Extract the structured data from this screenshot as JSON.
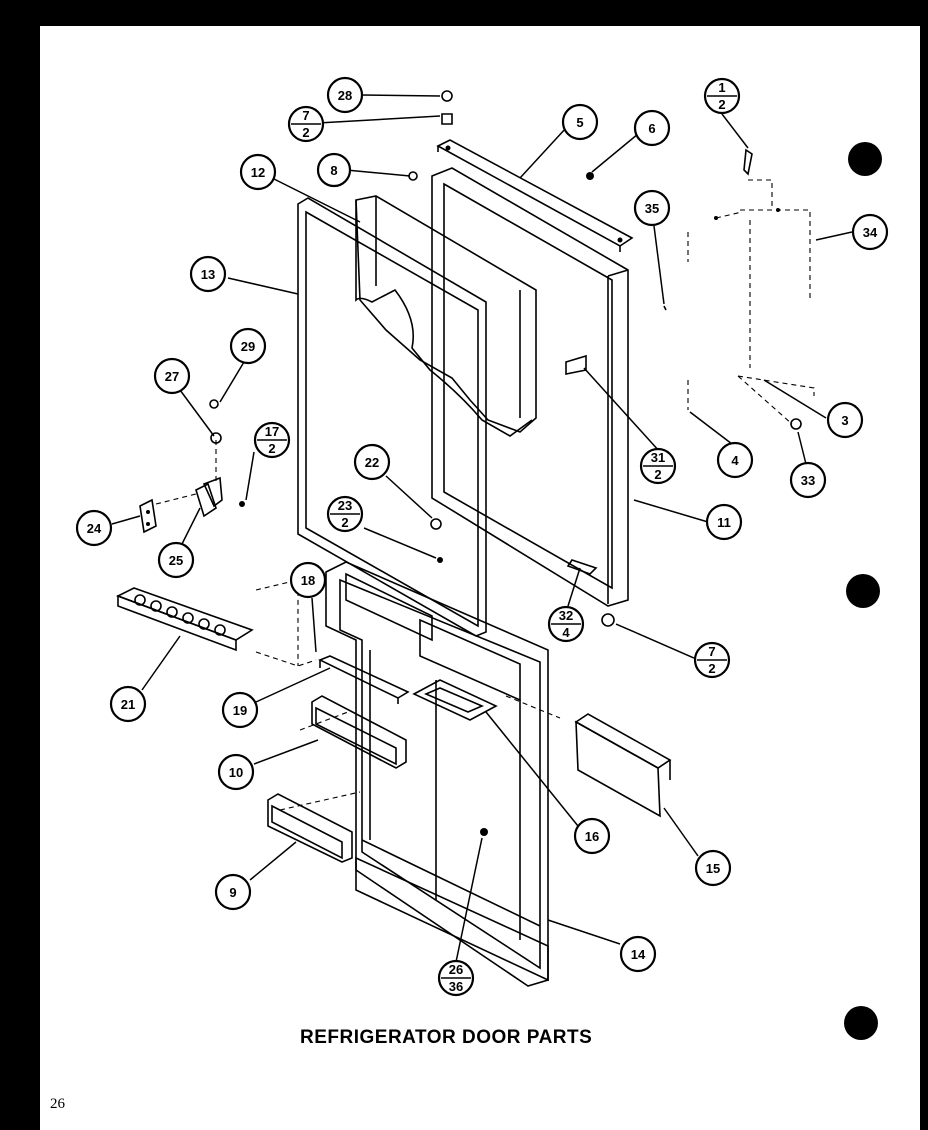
{
  "title": "REFRIGERATOR DOOR PARTS",
  "page_number": "26",
  "callouts": {
    "c1": "1",
    "c1b": "2",
    "c3": "3",
    "c4": "4",
    "c5": "5",
    "c6": "6",
    "c7a": "7",
    "c7ab": "2",
    "c7b": "7",
    "c7bb": "2",
    "c8": "8",
    "c9": "9",
    "c10": "10",
    "c11": "11",
    "c12": "12",
    "c13": "13",
    "c14": "14",
    "c15": "15",
    "c16": "16",
    "c17": "17",
    "c17b": "2",
    "c18": "18",
    "c19": "19",
    "c21": "21",
    "c22": "22",
    "c23": "23",
    "c23b": "2",
    "c24": "24",
    "c25": "25",
    "c26": "26",
    "c26b": "36",
    "c27": "27",
    "c28": "28",
    "c29": "29",
    "c31": "31",
    "c31b": "2",
    "c32": "32",
    "c32b": "4",
    "c33": "33",
    "c34": "34",
    "c35": "35"
  }
}
